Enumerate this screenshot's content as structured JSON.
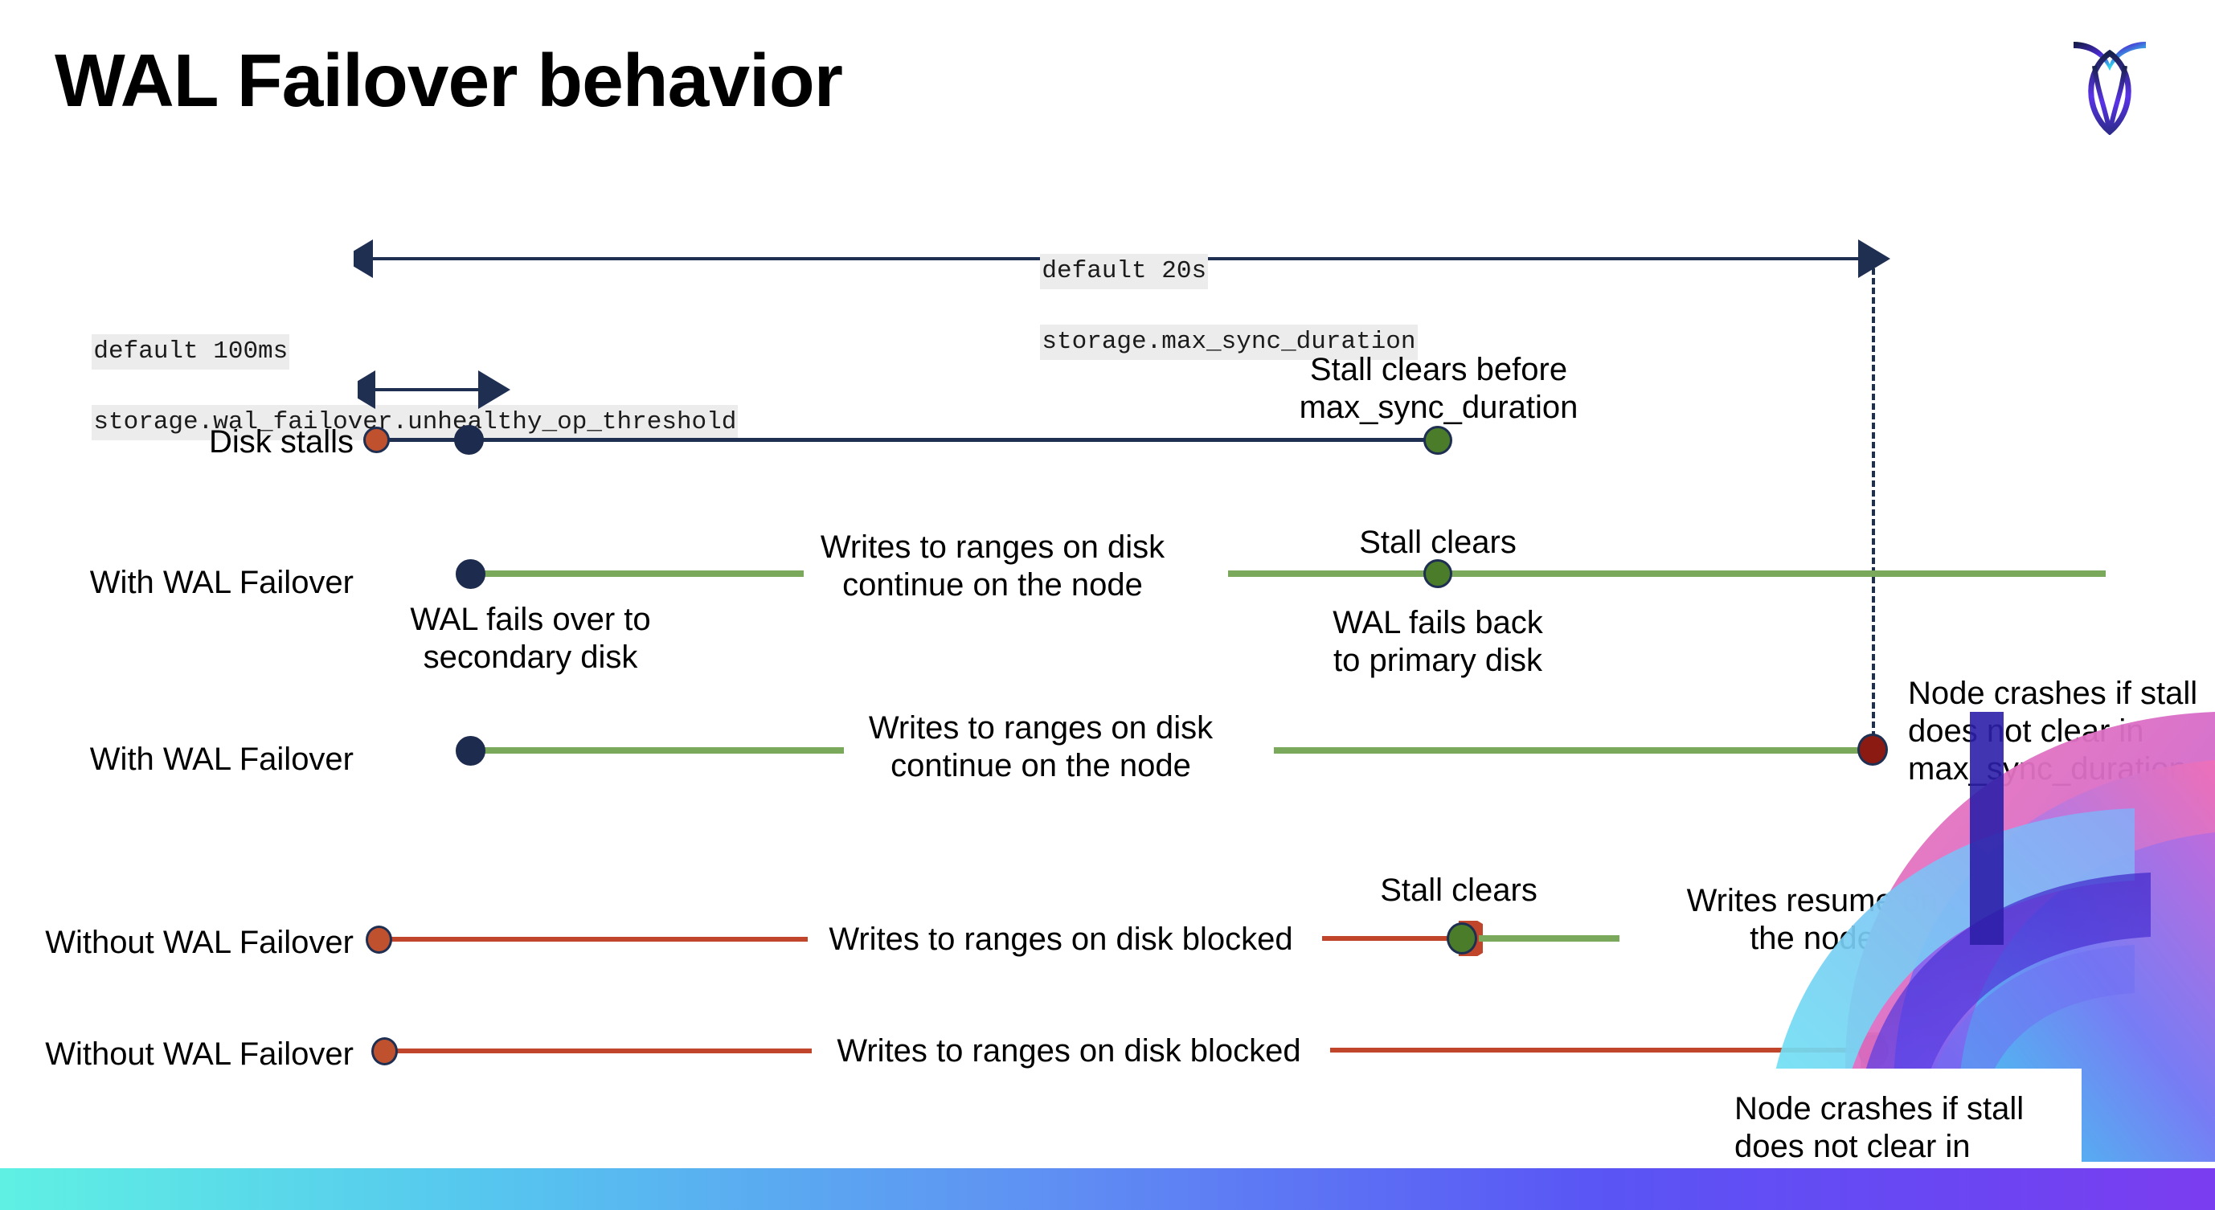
{
  "slide": {
    "title": "WAL Failover behavior",
    "logo_name": "cockroachdb-logo",
    "background": "#ffffff",
    "accent_bottom_bar": "#5f8ef3"
  },
  "colors": {
    "navy": "#1f2f52",
    "green_line": "#7aa95c",
    "red_line": "#c0452a",
    "dot_orange": "#c0512f",
    "dot_navy": "#1d2c4e",
    "dot_green": "#4a7c2a",
    "dot_darkred": "#8b1a13",
    "code_chip_bg": "#ececec"
  },
  "settings": {
    "max_sync_duration": {
      "default_line": "default 20s",
      "name_line": "storage.max_sync_duration"
    },
    "unhealthy_op_threshold": {
      "default_line": "default 100ms",
      "name_line": "storage.wal_failover.unhealthy_op_threshold"
    }
  },
  "rows": [
    {
      "id": "disk-stalls",
      "label": "Disk stalls",
      "annotation_right": "Stall clears before\nmax_sync_duration"
    },
    {
      "id": "with-wal-failover-clears",
      "label": "With WAL Failover",
      "annotation_below_start": "WAL fails over to\nsecondary disk",
      "annotation_mid": "Writes to ranges on disk\ncontinue on the node",
      "annotation_above_end": "Stall clears",
      "annotation_below_end": "WAL fails  back\nto primary disk"
    },
    {
      "id": "with-wal-failover-crash",
      "label": "With WAL Failover",
      "annotation_mid": "Writes to ranges on disk\ncontinue on the node",
      "annotation_right": "Node crashes if stall\ndoes not clear in\nmax_sync_duration"
    },
    {
      "id": "without-wal-failover-clears",
      "label": "Without WAL Failover",
      "annotation_mid": "Writes to ranges on disk  blocked",
      "annotation_above_end": "Stall clears",
      "annotation_right": "Writes resume on\nthe node"
    },
    {
      "id": "without-wal-failover-crash",
      "label": "Without WAL Failover",
      "annotation_mid": "Writes to ranges on disk  blocked",
      "annotation_right": "Node crashes if stall\ndoes not clear in\nmax_sync_duration"
    }
  ]
}
